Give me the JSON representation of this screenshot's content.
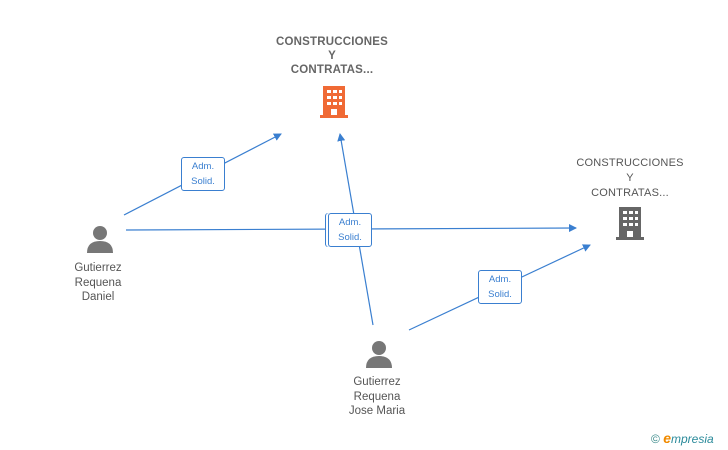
{
  "nodes": {
    "company_1": {
      "line1": "CONSTRUCCIONES",
      "line2": "Y",
      "line3": "CONTRATAS...",
      "color": "#f06a35"
    },
    "company_2": {
      "line1": "CONSTRUCCIONES",
      "line2": "Y",
      "line3": "CONTRATAS...",
      "color": "#666666"
    },
    "person_1": {
      "line1": "Gutierrez",
      "line2": "Requena",
      "line3": "Daniel"
    },
    "person_2": {
      "line1": "Gutierrez",
      "line2": "Requena",
      "line3": "Jose Maria"
    }
  },
  "edges": [
    {
      "from": "person_1",
      "to": "company_1",
      "label_line1": "Adm.",
      "label_line2": "Solid."
    },
    {
      "from": "person_1",
      "to": "company_2",
      "label_line1": "Adm.",
      "label_line2": "Solid."
    },
    {
      "from": "person_2",
      "to": "company_1",
      "label_line1": "Adm.",
      "label_line2": "Solid."
    },
    {
      "from": "person_2",
      "to": "company_2",
      "label_line1": "Adm.",
      "label_line2": "Solid."
    }
  ],
  "colors": {
    "edge": "#3a7fd0",
    "person": "#777777"
  },
  "brand": {
    "copyright": "©",
    "initial": "e",
    "rest": "mpresia"
  }
}
